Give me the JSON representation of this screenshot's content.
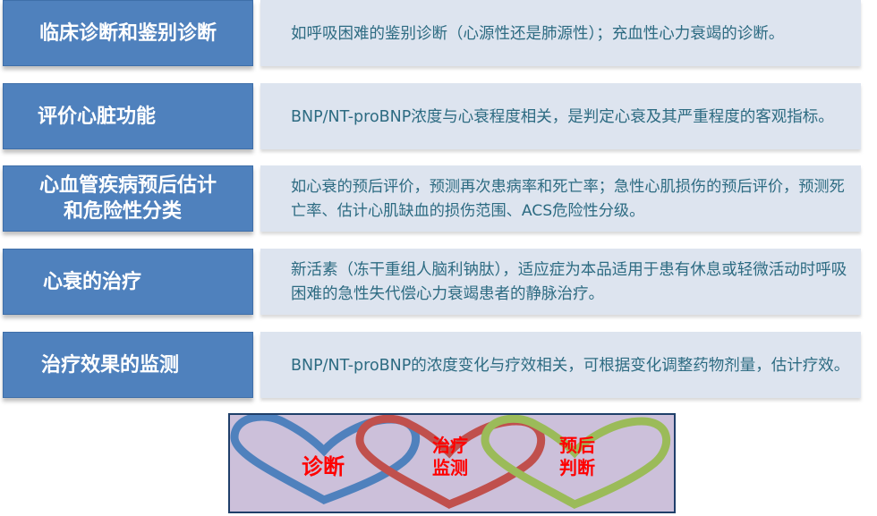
{
  "rows": [
    {
      "label": "临床诊断和鉴别诊断",
      "description": "如呼吸困难的鉴别诊断（心源性还是肺源性）；充血性心力衰竭的诊断。"
    },
    {
      "label": "评价心脏功能",
      "description": "BNP/NT-proBNP浓度与心衰程度相关，是判定心衰及其严重程度的客观指标。"
    },
    {
      "label_line1": "心血管疾病预后估计",
      "label_line2": "和危险性分类",
      "description": "如心衰的预后评价，预测再次患病率和死亡率；急性心肌损伤的预后评价，预测死亡率、估计心肌缺血的损伤范围、ACS危险性分级。"
    },
    {
      "label": "心衰的治疗",
      "description": "新活素（冻干重组人脑利钠肽），适应症为本品适用于患有休息或轻微活动时呼吸困难的急性失代偿心力衰竭患者的静脉治疗。"
    },
    {
      "label": "治疗效果的监测",
      "description": "BNP/NT-proBNP的浓度变化与疗效相关，可根据变化调整药物剂量，估计疗效。"
    }
  ],
  "diagram": {
    "hearts": [
      {
        "line1": "诊断",
        "line2": "",
        "color": "#4f81bd"
      },
      {
        "line1": "治疗",
        "line2": "监测",
        "color": "#c0504d"
      },
      {
        "line1": "预后",
        "line2": "判断",
        "color": "#9bbb59"
      }
    ],
    "background_color": "#ccc0da",
    "label_color": "#ff0000"
  },
  "colors": {
    "label_box": "#4f81bd",
    "desc_box": "#dde4ef",
    "desc_text": "#2d6b82"
  }
}
